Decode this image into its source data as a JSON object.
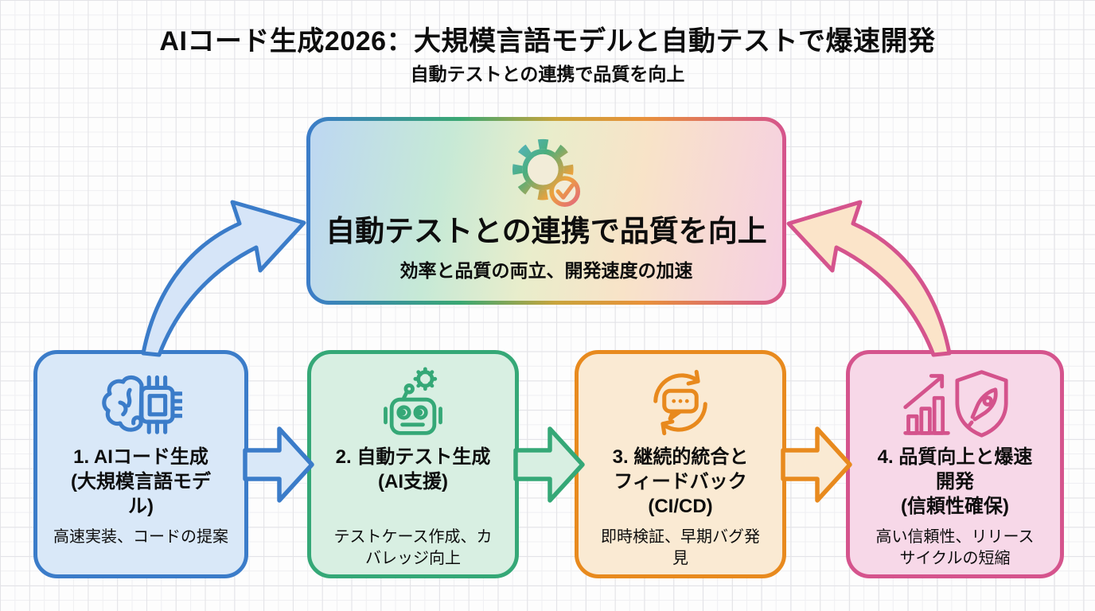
{
  "header": {
    "title": "AIコード生成2026：大規模言語モデルと自動テストで爆速開発",
    "subtitle": "自動テストとの連携で品質を向上"
  },
  "center": {
    "icon": "gear-check-icon",
    "title": "自動テストとの連携で品質を向上",
    "subtitle": "効率と品質の両立、開発速度の加速",
    "border_gradient": [
      "#3b7cc9",
      "#3aa873",
      "#c9a43c",
      "#e8923a",
      "#d5548d"
    ]
  },
  "steps": [
    {
      "icon": "brain-chip-icon",
      "title": "1. AIコード生成\n(大規模言語モデ\nル)",
      "description": "高速実装、コードの提案",
      "border_color": "#3b7cc9",
      "fill_color": "#d9e8f8"
    },
    {
      "icon": "robot-gear-icon",
      "title": "2. 自動テスト生成\n(AI支援)",
      "description": "テストケース作成、カ\nバレッジ向上",
      "border_color": "#35a877",
      "fill_color": "#d8efe2"
    },
    {
      "icon": "chat-sync-icon",
      "title": "3. 継続的統合と\nフィードバック\n(CI/CD)",
      "description": "即時検証、早期バグ発\n見",
      "border_color": "#e88a1e",
      "fill_color": "#faead3"
    },
    {
      "icon": "growth-shield-rocket-icon",
      "title": "4. 品質向上と爆速\n開発\n(信頼性確保)",
      "description": "高い信頼性、リリース\nサイクルの短縮",
      "border_color": "#d5548d",
      "fill_color": "#f7d8e8"
    }
  ],
  "arrows": [
    {
      "name": "arrow-step1-to-center",
      "style": "curved",
      "stroke": "#3b7cc9",
      "fill": "#d6e5f8"
    },
    {
      "name": "arrow-step4-to-center",
      "style": "curved",
      "stroke": "#d5548d",
      "fill": "#fbe4c9"
    },
    {
      "name": "arrow-step1-to-step2",
      "style": "block",
      "stroke": "#3b7cc9",
      "fill": "#d9e8f8"
    },
    {
      "name": "arrow-step2-to-step3",
      "style": "block",
      "stroke": "#35a877",
      "fill": "#d8efe2"
    },
    {
      "name": "arrow-step3-to-step4",
      "style": "block",
      "stroke": "#e88a1e",
      "fill": "#faead3"
    }
  ]
}
